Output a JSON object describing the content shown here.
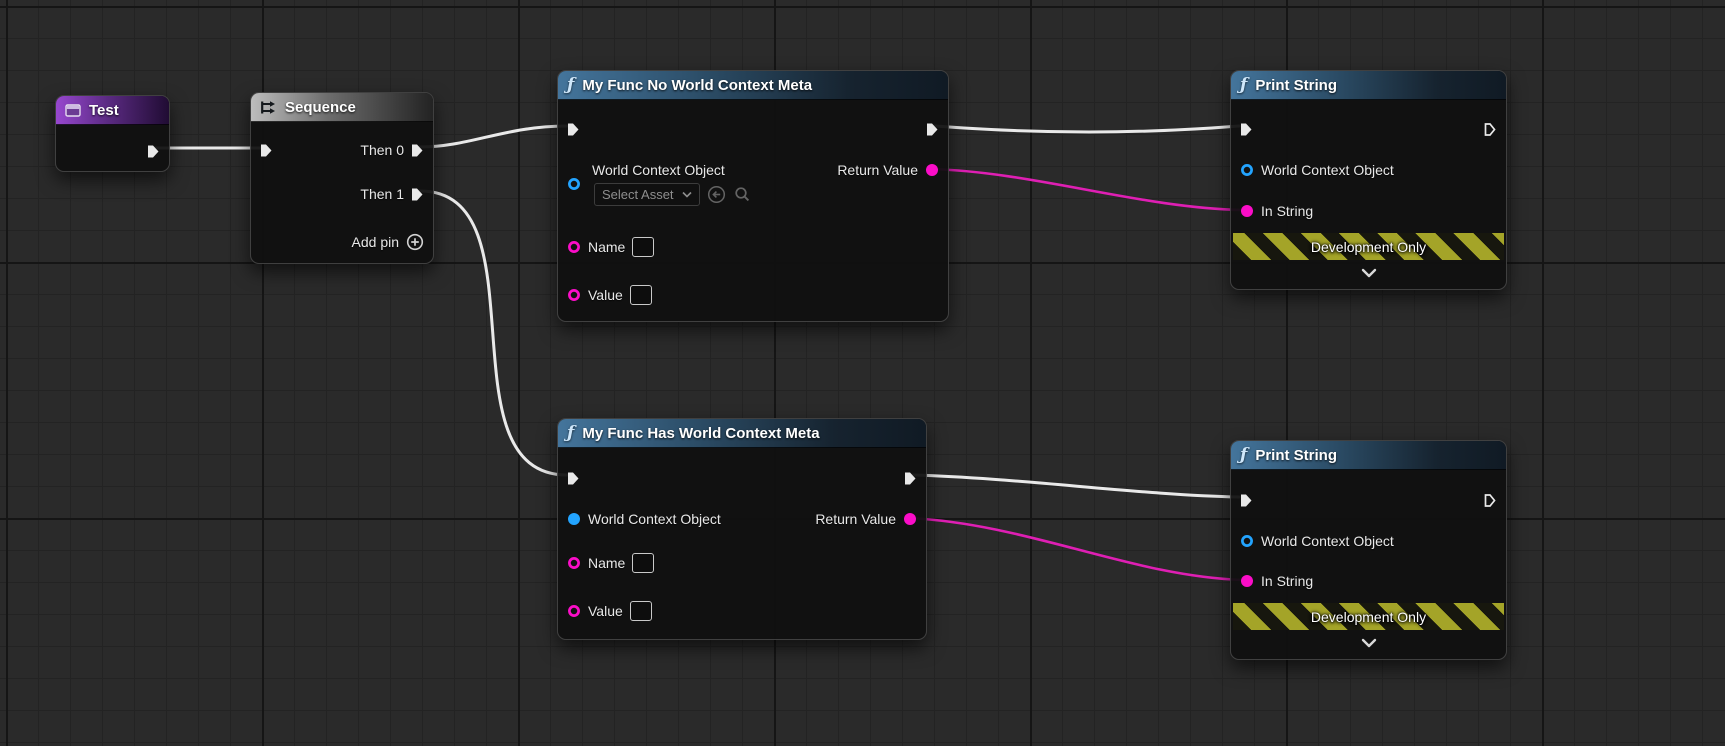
{
  "graph": {
    "colors": {
      "exec_wire": "#e9e9e9",
      "data_wire": "#df1fb4",
      "object_pin": "#23a4ff",
      "string_pin": "#fb0dc8",
      "dev_banner_yellow": "#a4a428"
    },
    "nodes": {
      "test": {
        "title": "Test"
      },
      "sequence": {
        "title": "Sequence",
        "then0": "Then 0",
        "then1": "Then 1",
        "add_pin": "Add pin"
      },
      "func_no_world": {
        "title": "My Func No World Context Meta",
        "world_context_label": "World Context Object",
        "asset_picker_placeholder": "Select Asset",
        "name_label": "Name",
        "value_label": "Value",
        "return_label": "Return Value"
      },
      "func_has_world": {
        "title": "My Func Has World Context Meta",
        "world_context_label": "World Context Object",
        "name_label": "Name",
        "value_label": "Value",
        "return_label": "Return Value"
      },
      "print_top": {
        "title": "Print String",
        "world_context_label": "World Context Object",
        "in_string_label": "In String",
        "banner": "Development Only"
      },
      "print_bottom": {
        "title": "Print String",
        "world_context_label": "World Context Object",
        "in_string_label": "In String",
        "banner": "Development Only"
      }
    }
  }
}
